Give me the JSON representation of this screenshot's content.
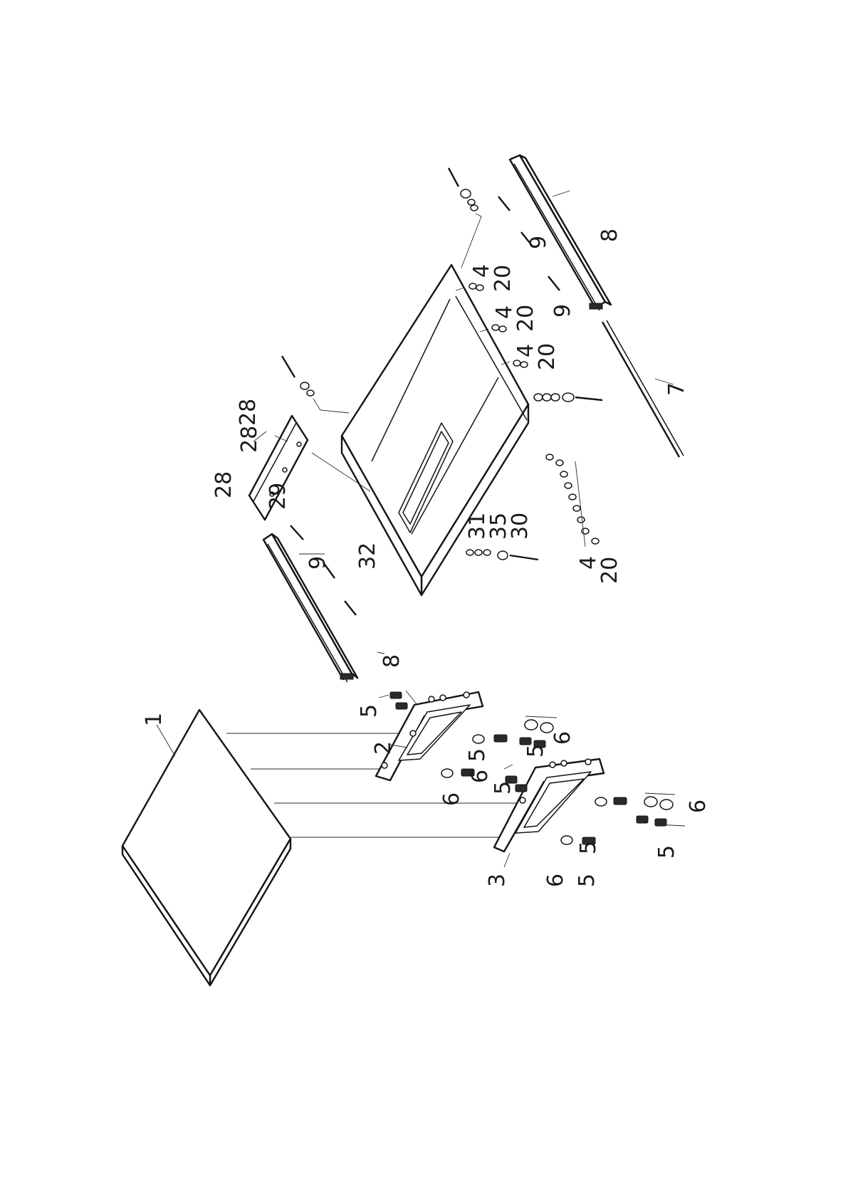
{
  "callouts": {
    "c1": "1",
    "c2": "2",
    "c3": "3",
    "c5a": "5",
    "c5b": "5",
    "c5c": "5",
    "c5d": "5",
    "c5e": "5",
    "c5f": "5",
    "c5g": "5",
    "c6a": "6",
    "c6b": "6",
    "c6c": "6",
    "c6d": "6",
    "c6e": "6",
    "c7": "7",
    "c8a": "8",
    "c8b": "8",
    "c9a": "9",
    "c9b": "9",
    "c9c": "9",
    "c4a": "4",
    "c4b": "4",
    "c4c": "4",
    "c4d": "4",
    "c20a": "20",
    "c20b": "20",
    "c20c": "20",
    "c20d": "20",
    "c28a": "28",
    "c28b": "28",
    "c28c": "28",
    "c29": "29",
    "c30": "30",
    "c31": "31",
    "c32": "32",
    "c35": "35"
  }
}
